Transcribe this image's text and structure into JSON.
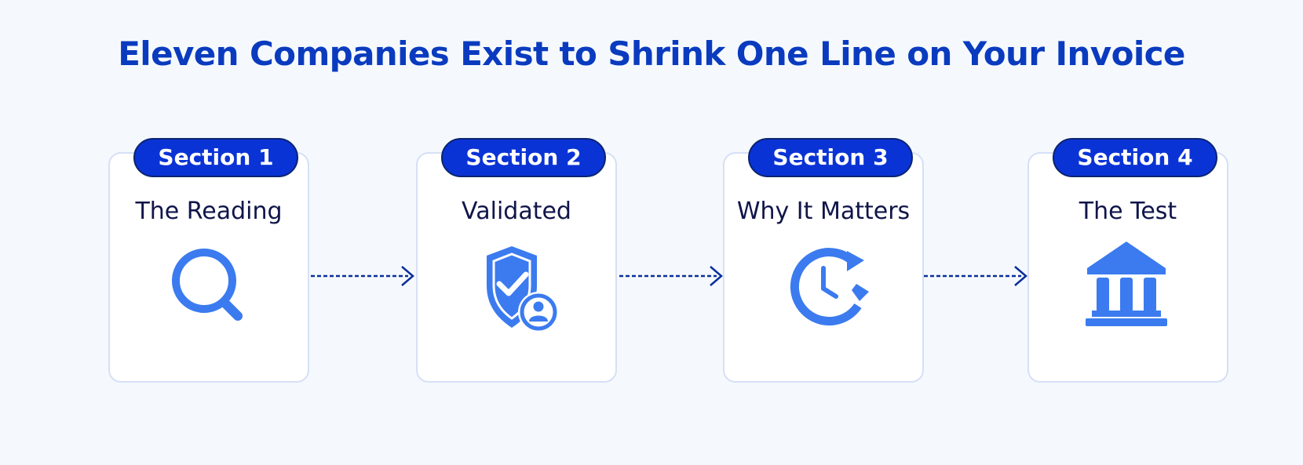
{
  "title": "Eleven Companies Exist to Shrink One Line on Your Invoice",
  "colors": {
    "title": "#0a3bbf",
    "badge": "#0a33d6",
    "icon": "#3b7bef",
    "arrow": "#0a2f9a",
    "label": "#10154a"
  },
  "sections": [
    {
      "badge": "Section 1",
      "label": "The Reading",
      "icon": "magnifier-icon"
    },
    {
      "badge": "Section 2",
      "label": "Validated",
      "icon": "shield-check-user-icon"
    },
    {
      "badge": "Section 3",
      "label": "Why It Matters",
      "icon": "clock-refresh-icon"
    },
    {
      "badge": "Section 4",
      "label": "The Test",
      "icon": "bank-building-icon"
    }
  ]
}
